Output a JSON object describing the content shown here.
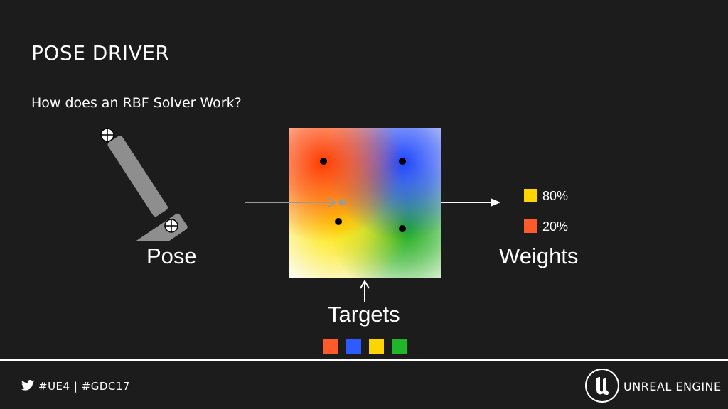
{
  "title": "POSE DRIVER",
  "subtitle": "How does an RBF Solver Work?",
  "labels": {
    "pose": "Pose",
    "weights": "Weights",
    "targets": "Targets"
  },
  "weights": [
    {
      "color": "#ffd500",
      "value": "80%"
    },
    {
      "color": "#ff5a2a",
      "value": "20%"
    }
  ],
  "target_colors": [
    "#ff5a2a",
    "#2c5cff",
    "#ffd500",
    "#1fb62a"
  ],
  "footer": {
    "hashtags": "#UE4 | #GDC17",
    "brand": "UNREAL ENGINE",
    "icons": [
      "twitter-icon",
      "unreal-engine-logo"
    ]
  }
}
